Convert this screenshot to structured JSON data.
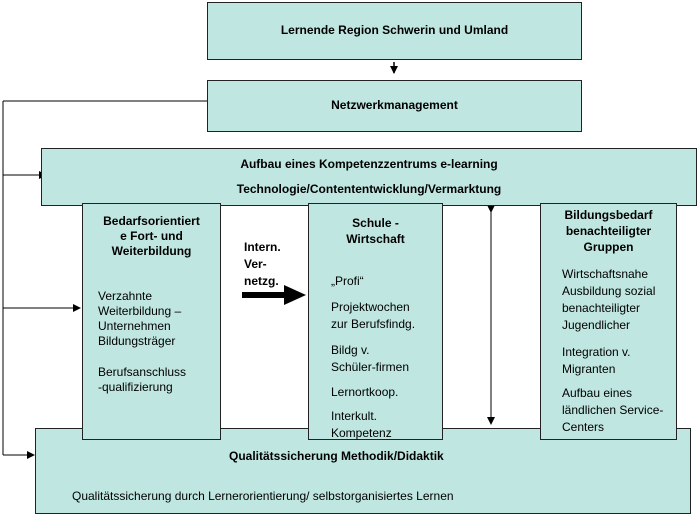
{
  "top_box": {
    "title": "Lernende Region Schwerin und Umland"
  },
  "network_box": {
    "title": "Netzwerkmanagement"
  },
  "competence_box": {
    "title": "Aufbau eines Kompetenzzentrums e-learning",
    "subtitle": "Technologie/Contententwicklung/Vermarktung"
  },
  "quality_box": {
    "title": "Qualitätssicherung Methodik/Didaktik",
    "subtitle": "Qualitätssicherung durch Lernerorientierung/ selbstorganisiertes Lernen"
  },
  "col1": {
    "title_lines": [
      "Bedarfsorientiert",
      "e Fort- und",
      "Weiterbildung"
    ],
    "items": [
      [
        "Verzahnte",
        "Weiterbildung –",
        "Unternehmen",
        "Bildungsträger"
      ],
      [
        "Berufsanschluss",
        "-qualifizierung"
      ]
    ]
  },
  "col2": {
    "title_lines": [
      "Schule -",
      "Wirtschaft"
    ],
    "items": [
      [
        "„Profi“"
      ],
      [
        "Projektwochen",
        "zur Berufsfindg."
      ],
      [
        "Bildg v.",
        "Schüler-firmen"
      ],
      [
        "Lernortkoop."
      ],
      [
        "Interkult.",
        "Kompetenz"
      ]
    ]
  },
  "col3": {
    "title_lines": [
      "Bildungsbedarf",
      "benachteiligter",
      "Gruppen"
    ],
    "items": [
      [
        "Wirtschaftsnahe",
        "Ausbildung sozial",
        "benachteiligter",
        "Jugendlicher"
      ],
      [
        "Integration v.",
        "Migranten"
      ],
      [
        "Aufbau eines",
        "ländlichen Service-",
        "Centers"
      ]
    ]
  },
  "arrow_label": [
    "Intern.",
    "Ver-",
    "netzg."
  ]
}
